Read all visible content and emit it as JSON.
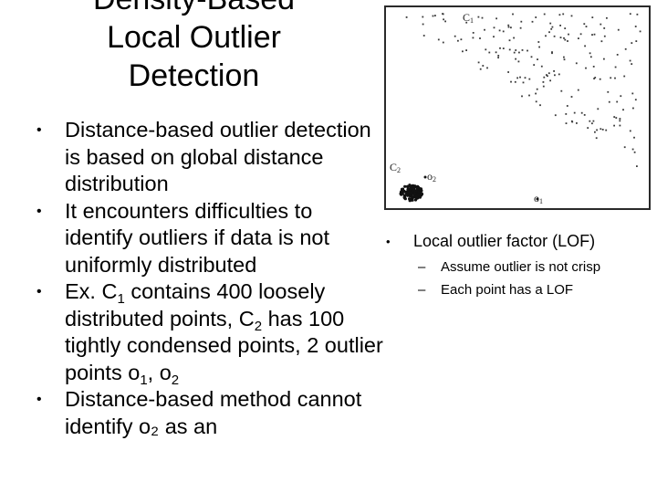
{
  "slide": {
    "title_lines": [
      "Density-Based",
      "Local Outlier",
      "Detection"
    ]
  },
  "left_bullets": {
    "b1": "Distance-based outlier detection is based on global distance distribution",
    "b2": "It encounters difficulties to identify outliers if data is not uniformly distributed",
    "b3": {
      "p1": "Ex. C",
      "s1": "1",
      "p2": " contains 400 loosely distributed points, C",
      "s2": "2",
      "p3": " has 100 tightly condensed points, 2 outlier points o",
      "s3": "1",
      "p4": ", o",
      "s4": "2"
    },
    "b4": "Distance-based method cannot identify o₂ as an"
  },
  "figure": {
    "labels": {
      "c1": "C",
      "c1_sub": "1",
      "c2": "C",
      "c2_sub": "2",
      "o1": "o",
      "o1_sub": "1",
      "o2": "o",
      "o2_sub": "2"
    }
  },
  "right_bullets": {
    "main": "Local outlier factor (LOF)",
    "sub1": "Assume outlier is not crisp",
    "sub2": "Each point has a LOF"
  },
  "glyphs": {
    "bullet": "•",
    "dash": "–"
  }
}
